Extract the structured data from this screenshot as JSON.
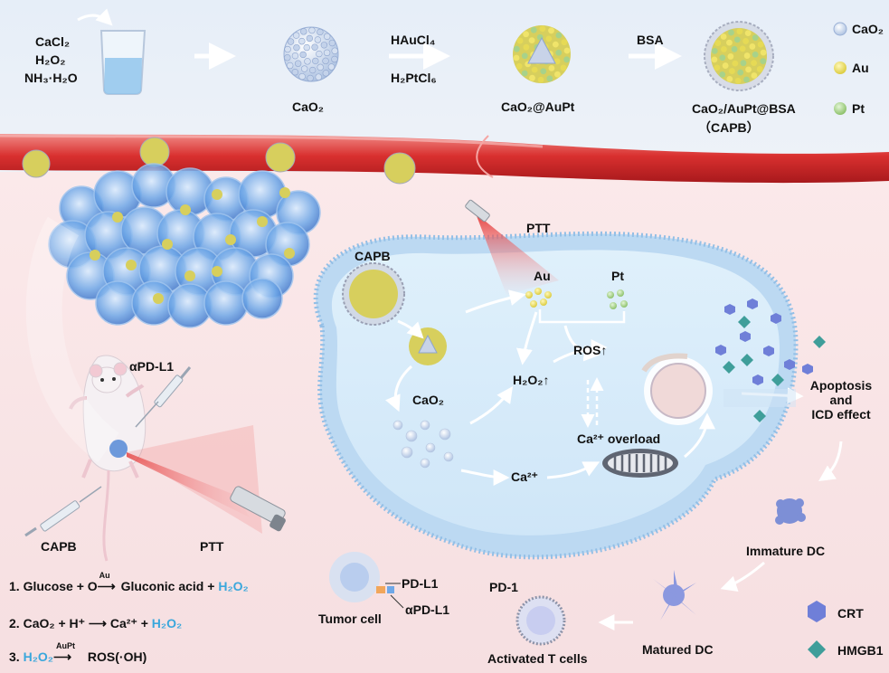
{
  "synthesis": {
    "reagents": [
      "CaCl₂",
      "H₂O₂",
      "NH₃·H₂O"
    ],
    "cao2": "CaO₂",
    "step1_top": "HAuCl₄",
    "step1_bottom": "H₂PtCl₆",
    "cao2_aupt": "CaO₂@AuPt",
    "step2": "BSA",
    "capb_name": "CaO₂/AuPt@BSA",
    "capb_abbr": "（CAPB）"
  },
  "legend_top": [
    {
      "label": "CaO₂",
      "color": "#dce7f5"
    },
    {
      "label": "Au",
      "color": "#f0e56a"
    },
    {
      "label": "Pt",
      "color": "#a7d28a"
    }
  ],
  "mouse": {
    "antibody": "αPD-L1",
    "capb_label": "CAPB",
    "ptt_label": "PTT"
  },
  "cell": {
    "ptt": "PTT",
    "capb": "CAPB",
    "au": "Au",
    "pt": "Pt",
    "ros": "ROS↑",
    "h2o2": "H₂O₂↑",
    "cao2": "CaO₂",
    "ca_overload": "Ca²⁺  overload",
    "ca": "Ca²⁺"
  },
  "outcome": {
    "apoptosis": [
      "Apoptosis",
      "and",
      "ICD effect"
    ],
    "immature_dc": "Immature DC",
    "matured_dc": "Matured DC",
    "activated_t": "Activated T cells",
    "pd1": "PD-1",
    "pdl1": "PD-L1",
    "apdl1": "αPD-L1",
    "tumor_cell": "Tumor cell"
  },
  "legend_bottom": [
    {
      "label": "CRT",
      "color": "#6f7fd8"
    },
    {
      "label": "HMGB1",
      "color": "#3f9e9a"
    }
  ],
  "equations": [
    {
      "n": "1.",
      "parts": [
        "Glucose + O",
        "Gluconic acid + ",
        "H₂O₂"
      ],
      "catalyst": "Au"
    },
    {
      "n": "2.",
      "parts": [
        "CaO₂ + H⁺ ⟶ Ca²⁺ + ",
        "H₂O₂"
      ]
    },
    {
      "n": "3.",
      "parts": [
        "H₂O₂",
        "ROS(·OH)"
      ],
      "catalyst": "AuPt"
    }
  ]
}
